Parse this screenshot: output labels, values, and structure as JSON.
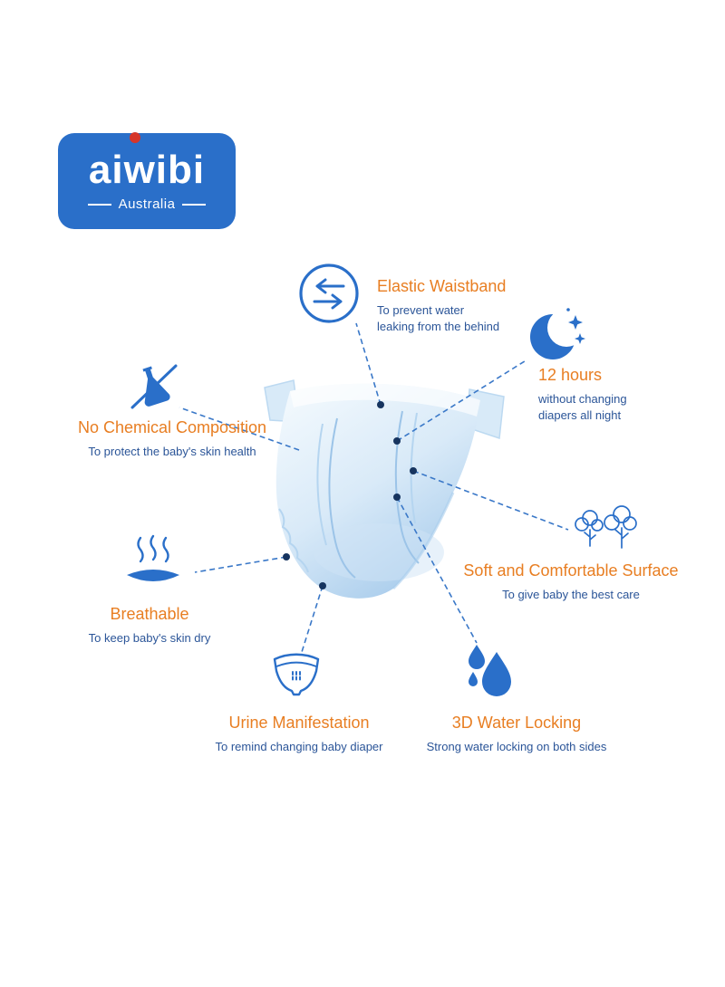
{
  "logo": {
    "brand": "aiwibi",
    "region": "Australia"
  },
  "colors": {
    "brand_blue": "#2a6fc9",
    "accent_orange": "#e87e22",
    "desc_blue": "#2b5598",
    "dot_red": "#d6362b",
    "line_blue": "#3a78c8",
    "dot_navy": "#16345f"
  },
  "features": [
    {
      "id": "elastic-waistband",
      "icon": "elastic-waistband-icon",
      "title": "Elastic Waistband",
      "description": "To prevent water\nleaking from the behind"
    },
    {
      "id": "twelve-hours",
      "icon": "moon-stars-icon",
      "title": "12 hours",
      "description": "without changing\ndiapers all night"
    },
    {
      "id": "no-chemical-composition",
      "icon": "no-chemical-flask-icon",
      "title": "No Chemical Composition",
      "description": "To protect the baby's skin health"
    },
    {
      "id": "soft-comfortable-surface",
      "icon": "trees-icon",
      "title": "Soft and Comfortable Surface",
      "description": "To give baby the best care"
    },
    {
      "id": "breathable",
      "icon": "breathable-steam-icon",
      "title": "Breathable",
      "description": "To keep baby's skin dry"
    },
    {
      "id": "urine-manifestation",
      "icon": "diaper-indicator-icon",
      "title": "Urine Manifestation",
      "description": "To remind changing baby diaper"
    },
    {
      "id": "three-d-water-locking",
      "icon": "water-drops-icon",
      "title": "3D Water Locking",
      "description": "Strong water locking on both sides"
    }
  ]
}
